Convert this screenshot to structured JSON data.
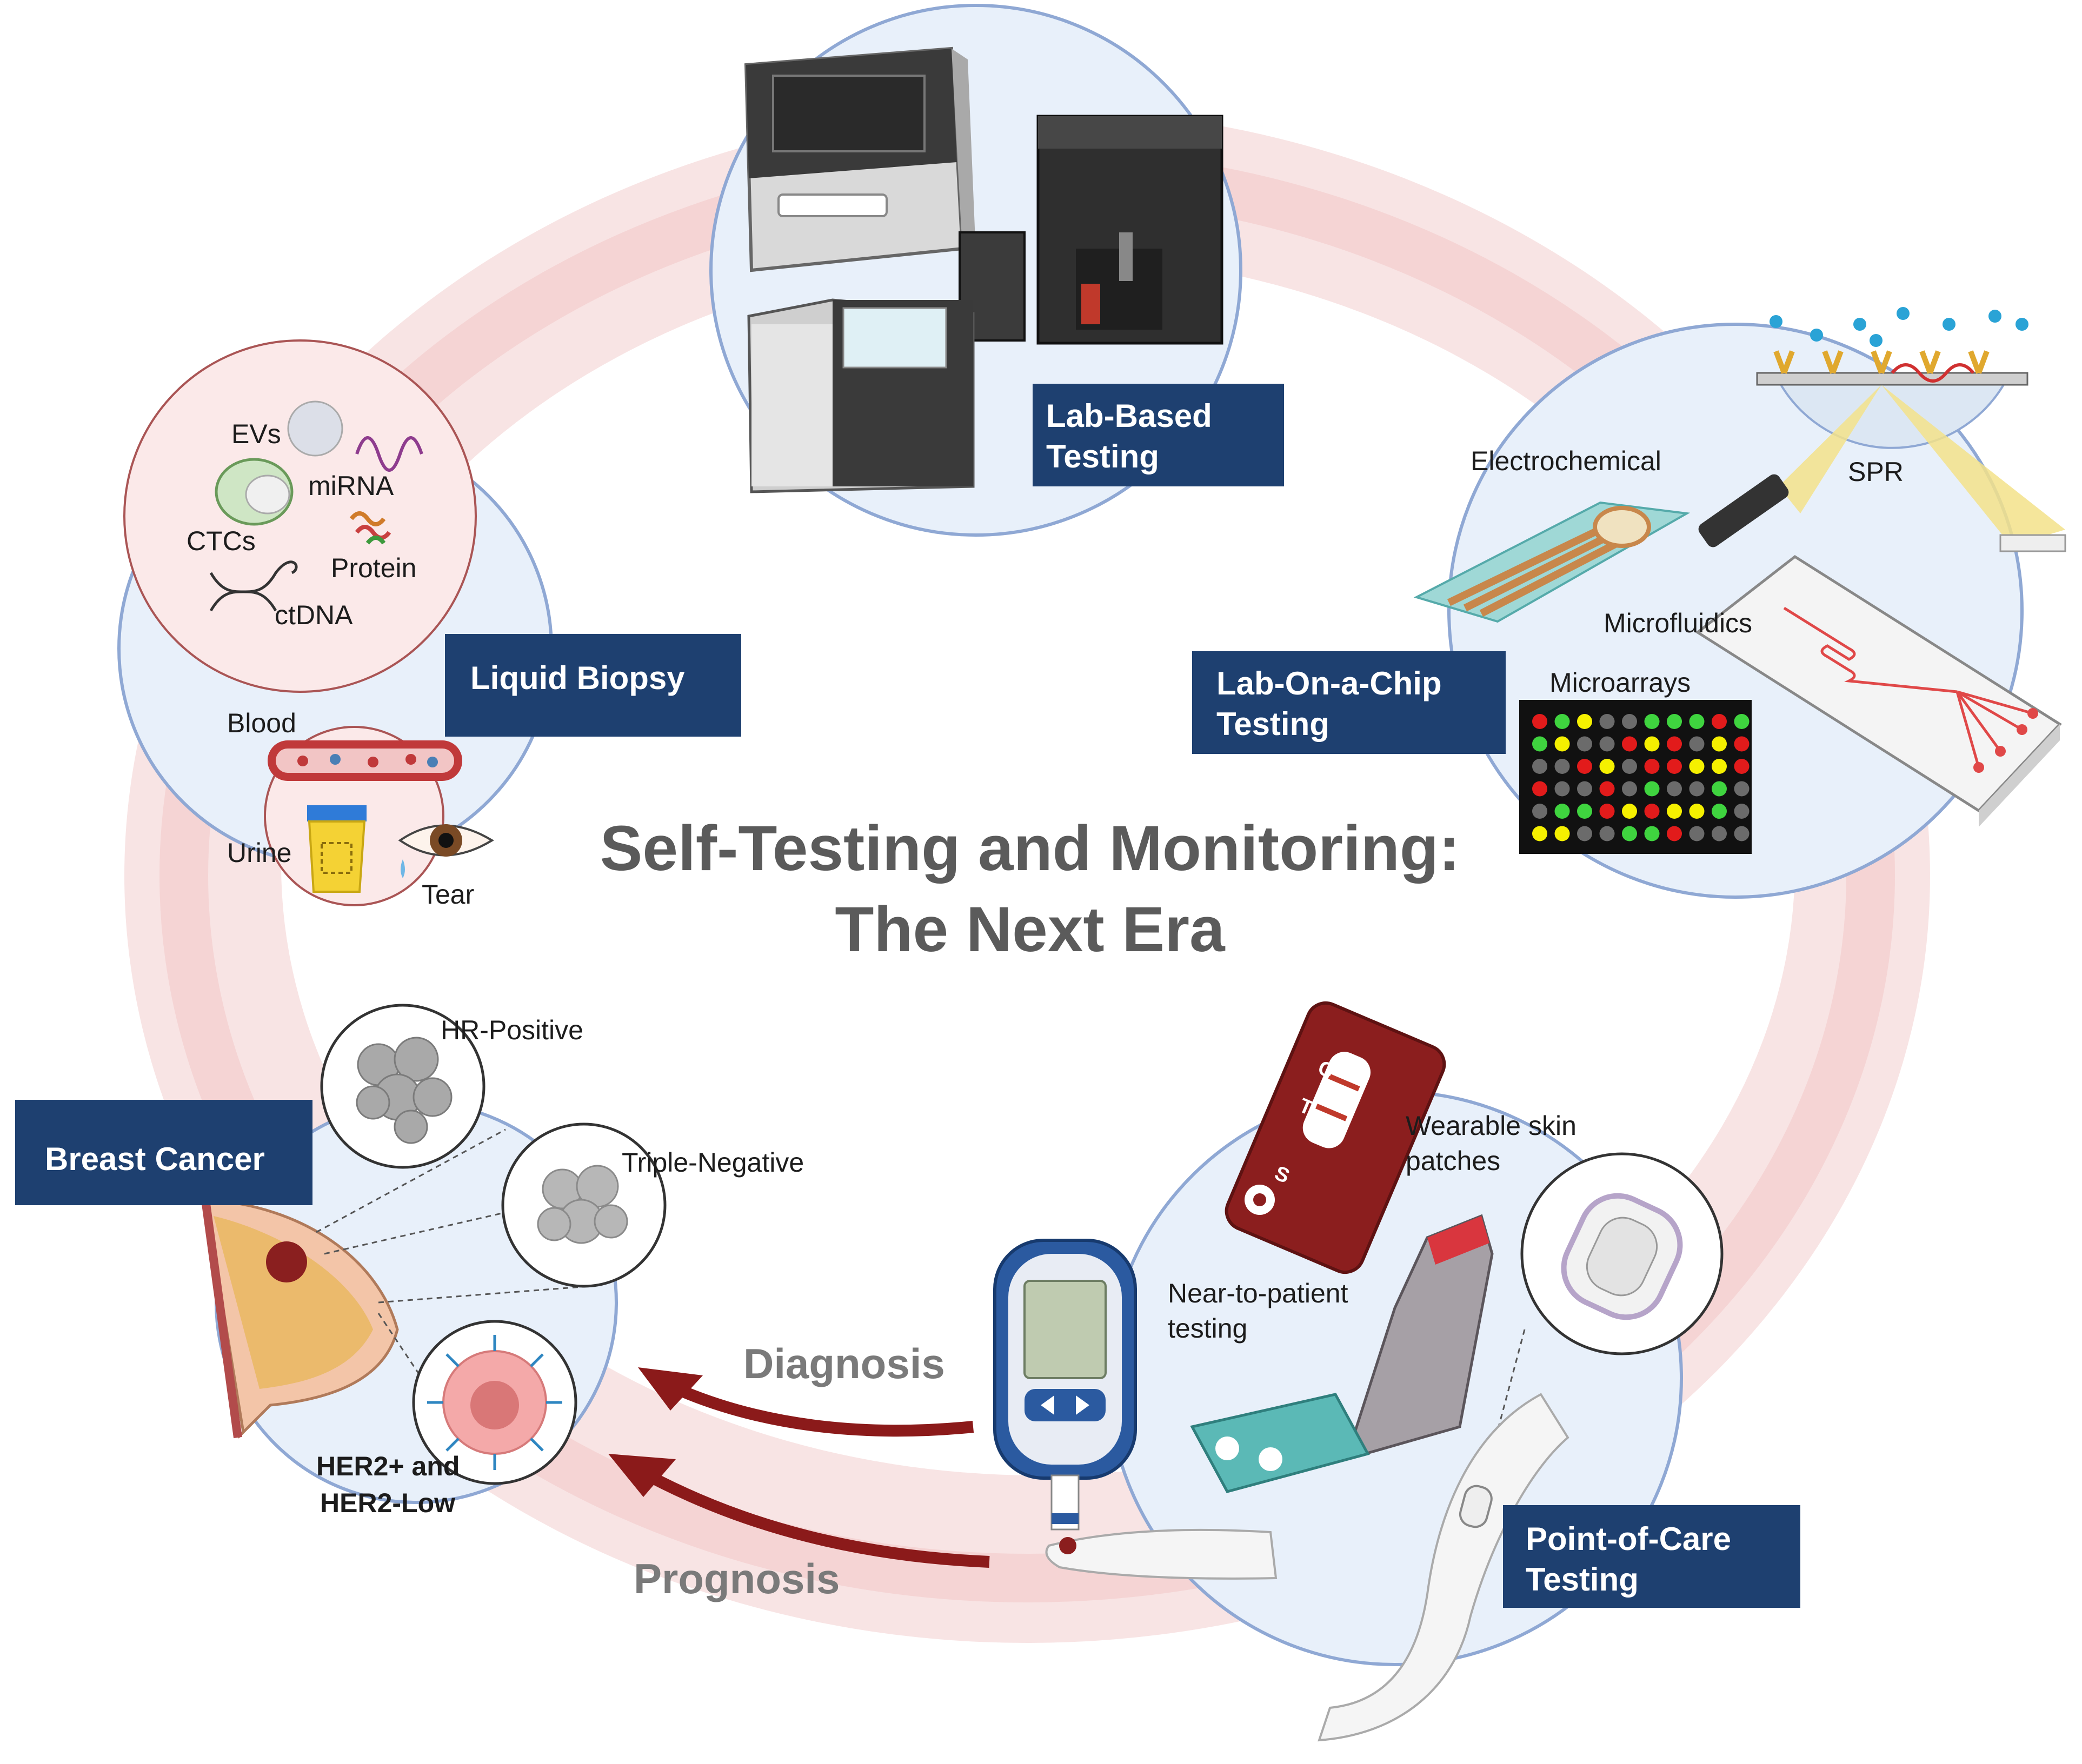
{
  "title": {
    "line1": "Self-Testing and Monitoring:",
    "line2": "The Next Era"
  },
  "sections": {
    "lab_based": {
      "line1": "Lab-Based",
      "line2": "Testing"
    },
    "lab_on_chip": {
      "line1": "Lab-On-a-Chip",
      "line2": "Testing",
      "items": {
        "electrochemical": "Electrochemical",
        "spr": "SPR",
        "microfluidics": "Microfluidics",
        "microarrays": "Microarrays"
      }
    },
    "liquid_biopsy": {
      "label": "Liquid Biopsy",
      "biomarkers": {
        "evs": "EVs",
        "mirna": "miRNA",
        "ctcs": "CTCs",
        "protein": "Protein",
        "ctdna": "ctDNA"
      },
      "samples": {
        "blood": "Blood",
        "urine": "Urine",
        "tear": "Tear"
      }
    },
    "breast_cancer": {
      "label": "Breast Cancer",
      "subtypes": {
        "hr_positive": "HR-Positive",
        "triple_negative": "Triple-Negative",
        "her2_line1": "HER2+ and",
        "her2_line2": "HER2-Low"
      }
    },
    "point_of_care": {
      "line1": "Point-of-Care",
      "line2": "Testing",
      "items": {
        "wearable_line1": "Wearable skin",
        "wearable_line2": "patches",
        "near_line1": "Near-to-patient",
        "near_line2": "testing",
        "strip_c": "C",
        "strip_t": "T",
        "strip_s": "S"
      }
    }
  },
  "arrows": {
    "diagnosis": "Diagnosis",
    "prognosis": "Prognosis"
  },
  "colors": {
    "navy_box": "#1e4070",
    "ring_pink": "#f6cfcf",
    "circle_fill": "#e8f0fa",
    "circle_stroke": "#8fa8d4",
    "arrow_red": "#8b1a1a"
  },
  "microarray": {
    "rows": [
      [
        "red",
        "green",
        "yellow",
        "gray",
        "gray",
        "green",
        "green",
        "green",
        "red",
        "green"
      ],
      [
        "green",
        "yellow",
        "gray",
        "gray",
        "red",
        "yellow",
        "red",
        "gray",
        "yellow",
        "red"
      ],
      [
        "gray",
        "gray",
        "red",
        "yellow",
        "gray",
        "red",
        "red",
        "yellow",
        "yellow",
        "red"
      ],
      [
        "red",
        "gray",
        "gray",
        "red",
        "gray",
        "green",
        "gray",
        "gray",
        "green",
        "gray"
      ],
      [
        "gray",
        "green",
        "green",
        "red",
        "yellow",
        "red",
        "yellow",
        "yellow",
        "green",
        "gray"
      ],
      [
        "yellow",
        "yellow",
        "gray",
        "gray",
        "green",
        "green",
        "red",
        "gray",
        "gray",
        "gray"
      ]
    ]
  }
}
